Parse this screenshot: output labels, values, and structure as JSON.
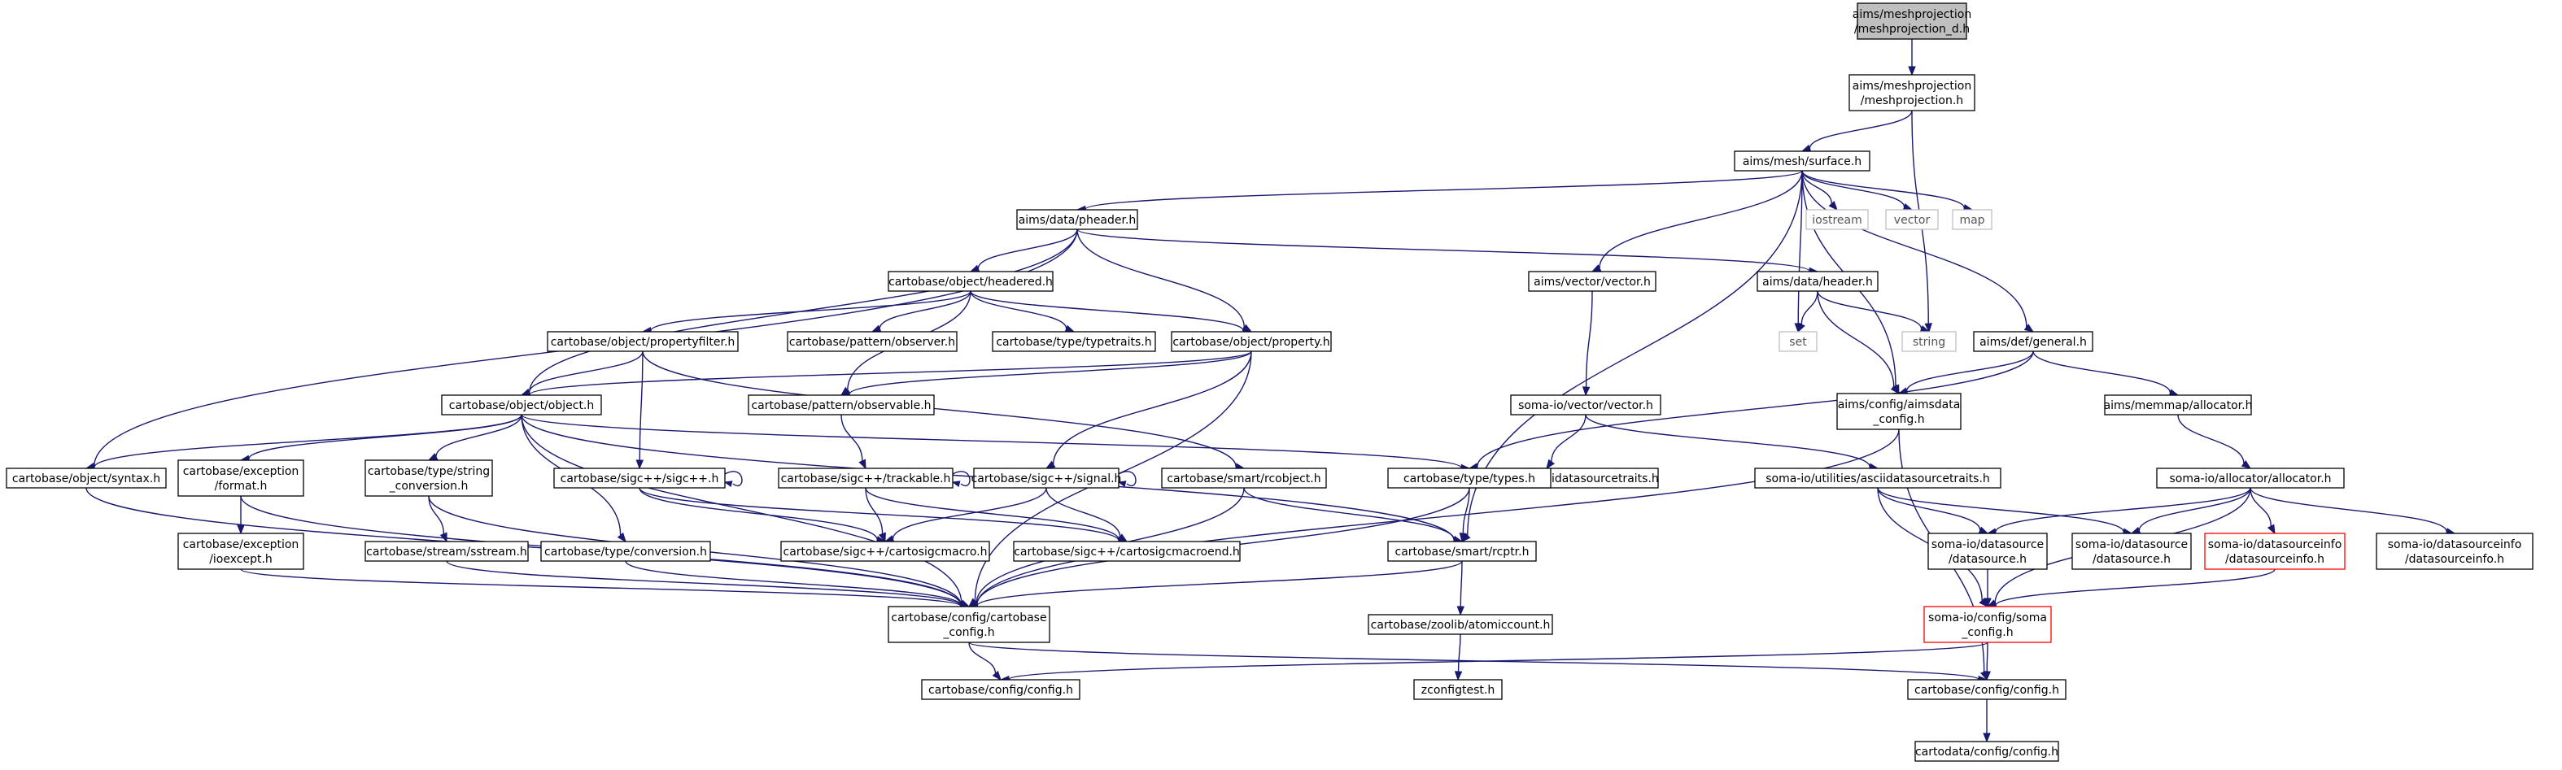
{
  "nodes": [
    {
      "id": "root",
      "lines": [
        "aims/meshprojection",
        "/meshprojection_d.h"
      ],
      "style": "root"
    },
    {
      "id": "mp",
      "lines": [
        "aims/meshprojection",
        "/meshprojection.h"
      ],
      "style": "normal"
    },
    {
      "id": "surface",
      "lines": [
        "aims/mesh/surface.h"
      ],
      "style": "normal"
    },
    {
      "id": "pheader",
      "lines": [
        "aims/data/pheader.h"
      ],
      "style": "normal"
    },
    {
      "id": "iostream",
      "lines": [
        "iostream"
      ],
      "style": "ext"
    },
    {
      "id": "vector",
      "lines": [
        "vector"
      ],
      "style": "ext"
    },
    {
      "id": "map",
      "lines": [
        "map"
      ],
      "style": "ext"
    },
    {
      "id": "headered",
      "lines": [
        "cartobase/object/headered.h"
      ],
      "style": "normal"
    },
    {
      "id": "vecvec",
      "lines": [
        "aims/vector/vector.h"
      ],
      "style": "normal"
    },
    {
      "id": "header",
      "lines": [
        "aims/data/header.h"
      ],
      "style": "normal"
    },
    {
      "id": "set",
      "lines": [
        "set"
      ],
      "style": "ext"
    },
    {
      "id": "string",
      "lines": [
        "string"
      ],
      "style": "ext"
    },
    {
      "id": "general",
      "lines": [
        "aims/def/general.h"
      ],
      "style": "normal"
    },
    {
      "id": "propfilter",
      "lines": [
        "cartobase/object/propertyfilter.h"
      ],
      "style": "normal"
    },
    {
      "id": "observer",
      "lines": [
        "cartobase/pattern/observer.h"
      ],
      "style": "normal"
    },
    {
      "id": "typetraits",
      "lines": [
        "cartobase/type/typetraits.h"
      ],
      "style": "normal"
    },
    {
      "id": "property",
      "lines": [
        "cartobase/object/property.h"
      ],
      "style": "normal"
    },
    {
      "id": "object",
      "lines": [
        "cartobase/object/object.h"
      ],
      "style": "normal"
    },
    {
      "id": "observable",
      "lines": [
        "cartobase/pattern/observable.h"
      ],
      "style": "normal"
    },
    {
      "id": "somavector",
      "lines": [
        "soma-io/vector/vector.h"
      ],
      "style": "normal"
    },
    {
      "id": "aimsdata",
      "lines": [
        "aims/config/aimsdata",
        "_config.h"
      ],
      "style": "normal"
    },
    {
      "id": "allocator",
      "lines": [
        "aims/memmap/allocator.h"
      ],
      "style": "normal"
    },
    {
      "id": "syntax",
      "lines": [
        "cartobase/object/syntax.h"
      ],
      "style": "normal"
    },
    {
      "id": "excformat",
      "lines": [
        "cartobase/exception",
        "/format.h"
      ],
      "style": "normal"
    },
    {
      "id": "strconv",
      "lines": [
        "cartobase/type/string",
        "_conversion.h"
      ],
      "style": "normal"
    },
    {
      "id": "sigcpp",
      "lines": [
        "cartobase/sigc++/sigc++.h"
      ],
      "style": "normal"
    },
    {
      "id": "trackable",
      "lines": [
        "cartobase/sigc++/trackable.h"
      ],
      "style": "normal"
    },
    {
      "id": "signal",
      "lines": [
        "cartobase/sigc++/signal.h"
      ],
      "style": "normal"
    },
    {
      "id": "rcobject",
      "lines": [
        "cartobase/smart/rcobject.h"
      ],
      "style": "normal"
    },
    {
      "id": "asciitraits",
      "lines": [
        "soma-io/utilities/asciidatasourcetraits.h"
      ],
      "style": "normal"
    },
    {
      "id": "asciitraits2",
      "lines": [
        "soma-io/utilities/asciidatasourcetraits.h"
      ],
      "style": "normal"
    },
    {
      "id": "types",
      "lines": [
        "cartobase/type/types.h"
      ],
      "style": "normal"
    },
    {
      "id": "somaalloc",
      "lines": [
        "soma-io/allocator/allocator.h"
      ],
      "style": "normal"
    },
    {
      "id": "ioexcept",
      "lines": [
        "cartobase/exception",
        "/ioexcept.h"
      ],
      "style": "normal"
    },
    {
      "id": "sstream",
      "lines": [
        "cartobase/stream/sstream.h"
      ],
      "style": "normal"
    },
    {
      "id": "conversion",
      "lines": [
        "cartobase/type/conversion.h"
      ],
      "style": "normal"
    },
    {
      "id": "sigcmacro",
      "lines": [
        "cartobase/sigc++/cartosigcmacro.h"
      ],
      "style": "normal"
    },
    {
      "id": "sigcmacroend",
      "lines": [
        "cartobase/sigc++/cartosigcmacroend.h"
      ],
      "style": "normal"
    },
    {
      "id": "rcptr",
      "lines": [
        "cartobase/smart/rcptr.h"
      ],
      "style": "normal"
    },
    {
      "id": "ds1",
      "lines": [
        "soma-io/datasource",
        "/datasource.h"
      ],
      "style": "normal"
    },
    {
      "id": "ds2",
      "lines": [
        "soma-io/datasource",
        "/datasource.h"
      ],
      "style": "normal"
    },
    {
      "id": "dsinfo1",
      "lines": [
        "soma-io/datasourceinfo",
        "/datasourceinfo.h"
      ],
      "style": "red"
    },
    {
      "id": "dsinfo2",
      "lines": [
        "soma-io/datasourceinfo",
        "/datasourceinfo.h"
      ],
      "style": "normal"
    },
    {
      "id": "cbconfig",
      "lines": [
        "cartobase/config/cartobase",
        "_config.h"
      ],
      "style": "normal"
    },
    {
      "id": "atomic",
      "lines": [
        "cartobase/zoolib/atomiccount.h"
      ],
      "style": "normal"
    },
    {
      "id": "somaconfig",
      "lines": [
        "soma-io/config/soma",
        "_config.h"
      ],
      "style": "red"
    },
    {
      "id": "cbconfigh",
      "lines": [
        "cartobase/config/config.h"
      ],
      "style": "normal"
    },
    {
      "id": "zconfigtest",
      "lines": [
        "zconfigtest.h"
      ],
      "style": "normal"
    },
    {
      "id": "cbconfig2",
      "lines": [
        "cartobase/config/config.h"
      ],
      "style": "normal"
    },
    {
      "id": "cdconfig",
      "lines": [
        "cartodata/config/config.h"
      ],
      "style": "normal"
    }
  ],
  "edges": [
    [
      "root",
      "mp"
    ],
    [
      "mp",
      "surface"
    ],
    [
      "mp",
      "string"
    ],
    [
      "surface",
      "pheader"
    ],
    [
      "surface",
      "iostream"
    ],
    [
      "surface",
      "vector"
    ],
    [
      "surface",
      "map"
    ],
    [
      "surface",
      "vecvec"
    ],
    [
      "surface",
      "set"
    ],
    [
      "surface",
      "general"
    ],
    [
      "surface",
      "aimsdata"
    ],
    [
      "surface",
      "rcptr"
    ],
    [
      "pheader",
      "headered"
    ],
    [
      "pheader",
      "header"
    ],
    [
      "pheader",
      "object"
    ],
    [
      "pheader",
      "property"
    ],
    [
      "pheader",
      "syntax"
    ],
    [
      "headered",
      "propfilter"
    ],
    [
      "headered",
      "observer"
    ],
    [
      "headered",
      "typetraits"
    ],
    [
      "headered",
      "property"
    ],
    [
      "headered",
      "observable"
    ],
    [
      "header",
      "set"
    ],
    [
      "header",
      "string"
    ],
    [
      "header",
      "aimsdata"
    ],
    [
      "vecvec",
      "somavector"
    ],
    [
      "general",
      "aimsdata"
    ],
    [
      "general",
      "allocator"
    ],
    [
      "general",
      "types"
    ],
    [
      "propfilter",
      "object"
    ],
    [
      "propfilter",
      "sigcpp"
    ],
    [
      "propfilter",
      "rcobject"
    ],
    [
      "property",
      "object"
    ],
    [
      "property",
      "observable"
    ],
    [
      "property",
      "signal"
    ],
    [
      "property",
      "cbconfig"
    ],
    [
      "object",
      "syntax"
    ],
    [
      "object",
      "excformat"
    ],
    [
      "object",
      "strconv"
    ],
    [
      "object",
      "conversion"
    ],
    [
      "object",
      "types"
    ],
    [
      "object",
      "rcptr"
    ],
    [
      "object",
      "cbconfig"
    ],
    [
      "observable",
      "trackable"
    ],
    [
      "somavector",
      "asciitraits"
    ],
    [
      "somavector",
      "asciitraits2"
    ],
    [
      "aimsdata",
      "cbconfig"
    ],
    [
      "aimsdata",
      "cbconfig2"
    ],
    [
      "allocator",
      "somaalloc"
    ],
    [
      "syntax",
      "cbconfig"
    ],
    [
      "excformat",
      "ioexcept"
    ],
    [
      "excformat",
      "cbconfig"
    ],
    [
      "strconv",
      "sstream"
    ],
    [
      "strconv",
      "cbconfig"
    ],
    [
      "sigcpp",
      "sigcpp"
    ],
    [
      "sigcpp",
      "sigcmacro"
    ],
    [
      "sigcpp",
      "sigcmacroend"
    ],
    [
      "trackable",
      "trackable"
    ],
    [
      "trackable",
      "sigcmacro"
    ],
    [
      "trackable",
      "sigcmacroend"
    ],
    [
      "signal",
      "signal"
    ],
    [
      "signal",
      "sigcmacro"
    ],
    [
      "signal",
      "sigcmacroend"
    ],
    [
      "rcobject",
      "rcptr"
    ],
    [
      "rcobject",
      "cbconfig"
    ],
    [
      "asciitraits2",
      "ds1"
    ],
    [
      "asciitraits2",
      "ds2"
    ],
    [
      "asciitraits2",
      "somaconfig"
    ],
    [
      "types",
      "rcptr"
    ],
    [
      "types",
      "cbconfig"
    ],
    [
      "somaalloc",
      "ds1"
    ],
    [
      "somaalloc",
      "ds2"
    ],
    [
      "somaalloc",
      "dsinfo1"
    ],
    [
      "somaalloc",
      "dsinfo2"
    ],
    [
      "somaalloc",
      "somaconfig"
    ],
    [
      "ioexcept",
      "cbconfig"
    ],
    [
      "sstream",
      "cbconfig"
    ],
    [
      "conversion",
      "cbconfig"
    ],
    [
      "rcptr",
      "cbconfig"
    ],
    [
      "rcptr",
      "atomic"
    ],
    [
      "ds1",
      "somaconfig"
    ],
    [
      "dsinfo1",
      "somaconfig"
    ],
    [
      "cbconfig",
      "cbconfigh"
    ],
    [
      "cbconfig",
      "cbconfig2"
    ],
    [
      "atomic",
      "zconfigtest"
    ],
    [
      "somaconfig",
      "cbconfigh"
    ],
    [
      "somaconfig",
      "cbconfig2"
    ],
    [
      "cbconfig2",
      "cdconfig"
    ]
  ]
}
